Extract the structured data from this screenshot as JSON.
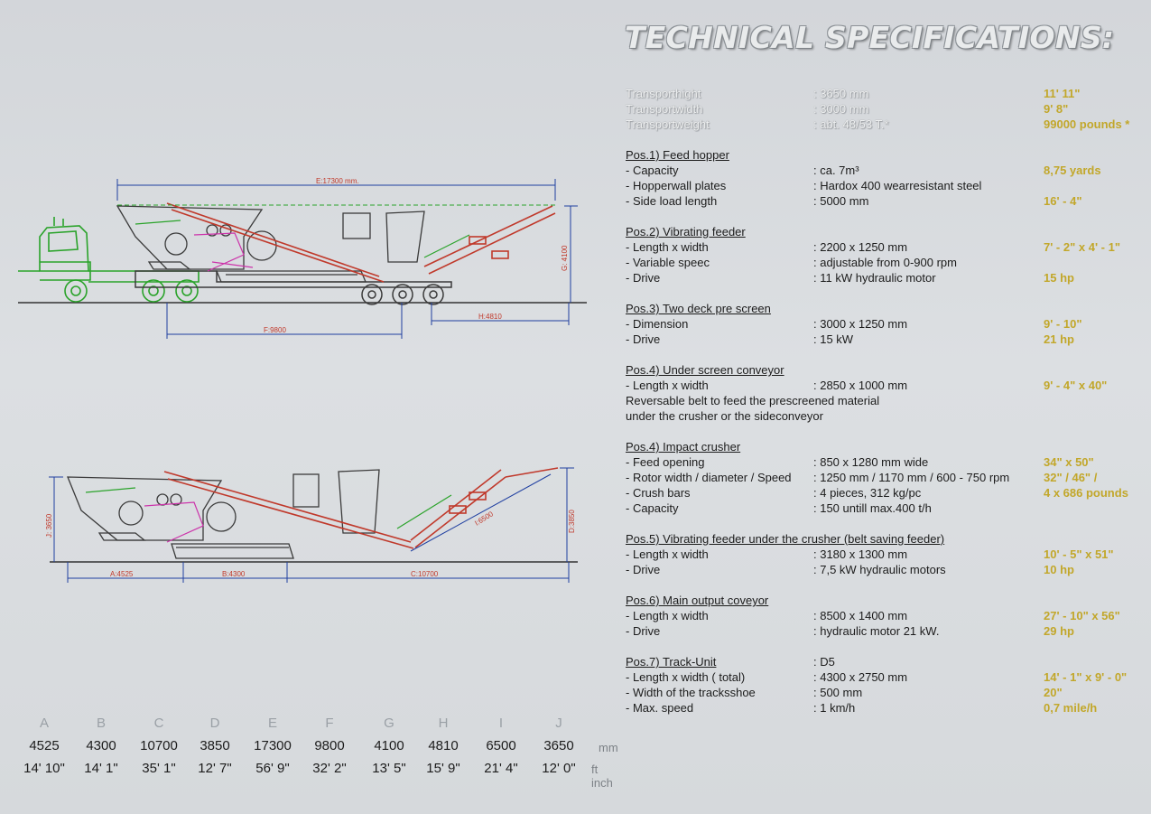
{
  "title": "TECHNICAL SPECIFICATIONS:",
  "transport": [
    {
      "label": "Transporthight",
      "value": ": 3650  mm",
      "imperial": "11'  11\""
    },
    {
      "label": "Transportwidth",
      "value": ": 3000 mm",
      "imperial": "9'  8\""
    },
    {
      "label": "Transportweight",
      "value": ": abt. 48/53 T.*",
      "imperial": "99000 pounds *"
    }
  ],
  "sections": [
    {
      "heading": "Pos.1) Feed hopper",
      "rows": [
        {
          "label": "- Capacity",
          "value": ": ca. 7m³",
          "imperial": "8,75 yards"
        },
        {
          "label": "- Hopperwall plates",
          "value": ": Hardox 400 wearresistant steel",
          "imperial": ""
        },
        {
          "label": "- Side load length",
          "value": ": 5000 mm",
          "imperial": "16' - 4\""
        }
      ]
    },
    {
      "heading": "Pos.2) Vibrating feeder ",
      "rows": [
        {
          "label": "- Length x width",
          "value": ": 2200 x 1250 mm",
          "imperial": "7' - 2\" x  4' - 1\""
        },
        {
          "label": "- Variable speec",
          "value": ": adjustable from 0-900 rpm",
          "imperial": ""
        },
        {
          "label": "- Drive",
          "value": ": 11 kW hydraulic motor",
          "imperial": "15 hp"
        }
      ]
    },
    {
      "heading": "Pos.3) Two deck pre screen",
      "rows": [
        {
          "label": "- Dimension",
          "value": ": 3000 x 1250 mm",
          "imperial": "9' - 10\""
        },
        {
          "label": "- Drive",
          "value": ": 15 kW",
          "imperial": "21 hp"
        }
      ]
    },
    {
      "heading": "Pos.4) Under screen conveyor",
      "rows": [
        {
          "label": "- Length x width",
          "value": ": 2850 x 1000 mm",
          "imperial": "9' - 4\" x 40\""
        }
      ],
      "notes": [
        "Reversable belt to feed the prescreened material",
        "under the crusher or the sideconveyor"
      ]
    },
    {
      "heading": "Pos.4) Impact crusher",
      "rows": [
        {
          "label": "- Feed opening",
          "value": ": 850 x 1280 mm wide",
          "imperial": "34\" x 50\""
        },
        {
          "label": "- Rotor width / diameter / Speed",
          "value": ": 1250 mm / 1170 mm / 600 - 750 rpm",
          "imperial": "32\"  / 46\" /"
        },
        {
          "label": "- Crush bars",
          "value": ": 4 pieces, 312 kg/pc",
          "imperial": "4 x 686 pounds"
        },
        {
          "label": "- Capacity",
          "value": ": 150 untill max.400 t/h",
          "imperial": ""
        }
      ]
    },
    {
      "heading": "Pos.5) Vibrating feeder under the crusher (belt saving feeder)",
      "rows": [
        {
          "label": "- Length x width",
          "value": ": 3180 x 1300 mm",
          "imperial": "10' - 5\" x  51\""
        },
        {
          "label": "- Drive",
          "value": ": 7,5 kW hydraulic motors",
          "imperial": "10 hp"
        }
      ]
    },
    {
      "heading": "Pos.6) Main output coveyor",
      "rows": [
        {
          "label": "- Length x width",
          "value": ": 8500 x 1400 mm",
          "imperial": "27' - 10\" x  56\""
        },
        {
          "label": "- Drive",
          "value": ": hydraulic motor 21 kW.",
          "imperial": "29 hp"
        }
      ]
    },
    {
      "heading": "Pos.7) Track-Unit",
      "heading_value": ": D5",
      "rows": [
        {
          "label": "- Length x width ( total)",
          "value": ": 4300 x 2750 mm",
          "imperial": "14' - 1\" x  9' - 0\""
        },
        {
          "label": "- Width of the tracksshoe",
          "value": ": 500 mm",
          "imperial": "20\""
        },
        {
          "label": "- Max. speed",
          "value": ": 1 km/h",
          "imperial": "0,7 mile/h"
        }
      ]
    }
  ],
  "drawing_labels": {
    "E": "E:17300 mm.",
    "F": "F:9800",
    "G": "G: 4100",
    "H": "H:4810",
    "I": "I:6500",
    "J": "J: 3650",
    "D": "D:3850",
    "A": "A:4525",
    "B": "B:4300",
    "C": "C:10700"
  },
  "dimensions_table": {
    "letters": [
      "A",
      "B",
      "C",
      "D",
      "E",
      "F",
      "G",
      "H",
      "I",
      "J"
    ],
    "mm": [
      "4525",
      "4300",
      "10700",
      "3850",
      "17300",
      "9800",
      "4100",
      "4810",
      "6500",
      "3650"
    ],
    "ft": [
      "14' 10\"",
      "14' 1\"",
      "35' 1\"",
      "12' 7\"",
      "56' 9\"",
      "32' 2\"",
      "13' 5\"",
      "15' 9\"",
      "21' 4\"",
      "12' 0\""
    ],
    "unit_mm": "mm",
    "unit_ft": "ft  inch"
  },
  "colors": {
    "imperial": "#c2a72a",
    "truck": "#2aa32a",
    "frame": "#3a3a3a",
    "conveyor": "#c0392b",
    "dimension": "#1f3fa0"
  }
}
